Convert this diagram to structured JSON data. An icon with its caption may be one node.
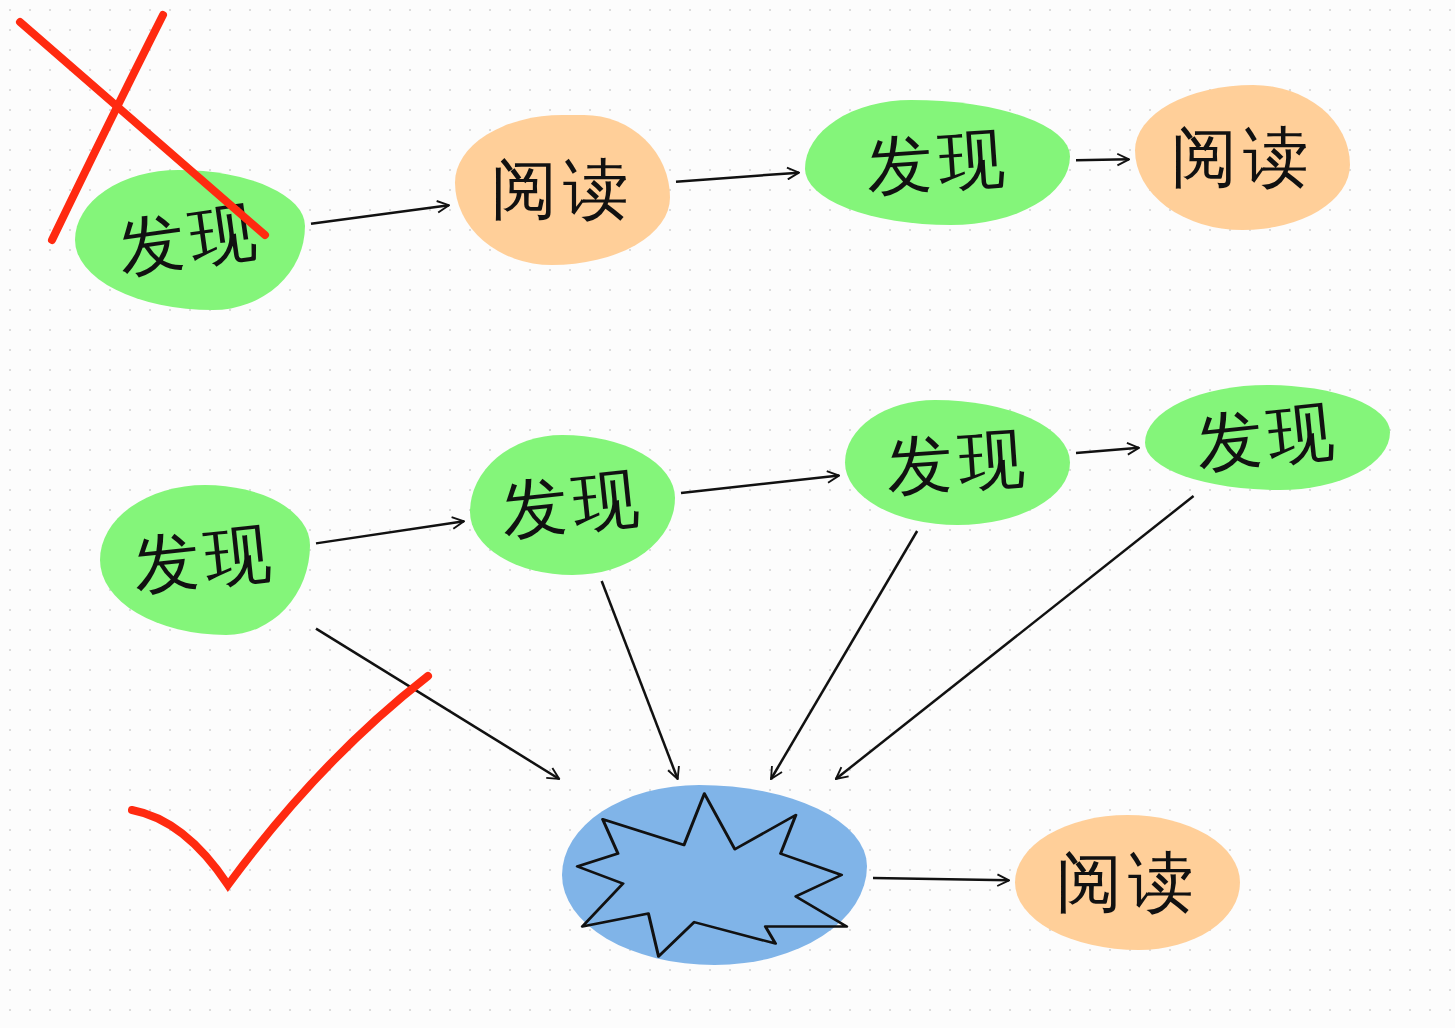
{
  "diagram": {
    "nodes": [
      {
        "text": [
          "发现"
        ]
      },
      {
        "text": [
          "阅读"
        ]
      },
      {
        "text": [
          "发现"
        ]
      },
      {
        "text": [
          "阅读"
        ]
      },
      {
        "text": [
          "发现"
        ]
      },
      {
        "text": [
          "发现"
        ]
      },
      {
        "text": [
          "发现"
        ]
      },
      {
        "text": [
          "发现"
        ]
      },
      {
        "text": [],
        "shape": "cloud"
      },
      {
        "text": [
          "阅读"
        ]
      }
    ],
    "edges": [
      {
        "from": 0,
        "to": 1,
        "arrow": "to"
      },
      {
        "from": 1,
        "to": 2,
        "arrow": "to"
      },
      {
        "from": 2,
        "to": 3,
        "arrow": "to"
      },
      {
        "from": 4,
        "to": 5,
        "arrow": "to"
      },
      {
        "from": 5,
        "to": 6,
        "arrow": "to"
      },
      {
        "from": 6,
        "to": 7,
        "arrow": "to"
      },
      {
        "from": 4,
        "to": 8,
        "arrow": "to"
      },
      {
        "from": 5,
        "to": 8,
        "arrow": "to"
      },
      {
        "from": 6,
        "to": 8,
        "arrow": "to"
      },
      {
        "from": 7,
        "to": 8,
        "arrow": "to"
      },
      {
        "from": 8,
        "to": 9,
        "arrow": "to"
      }
    ]
  }
}
